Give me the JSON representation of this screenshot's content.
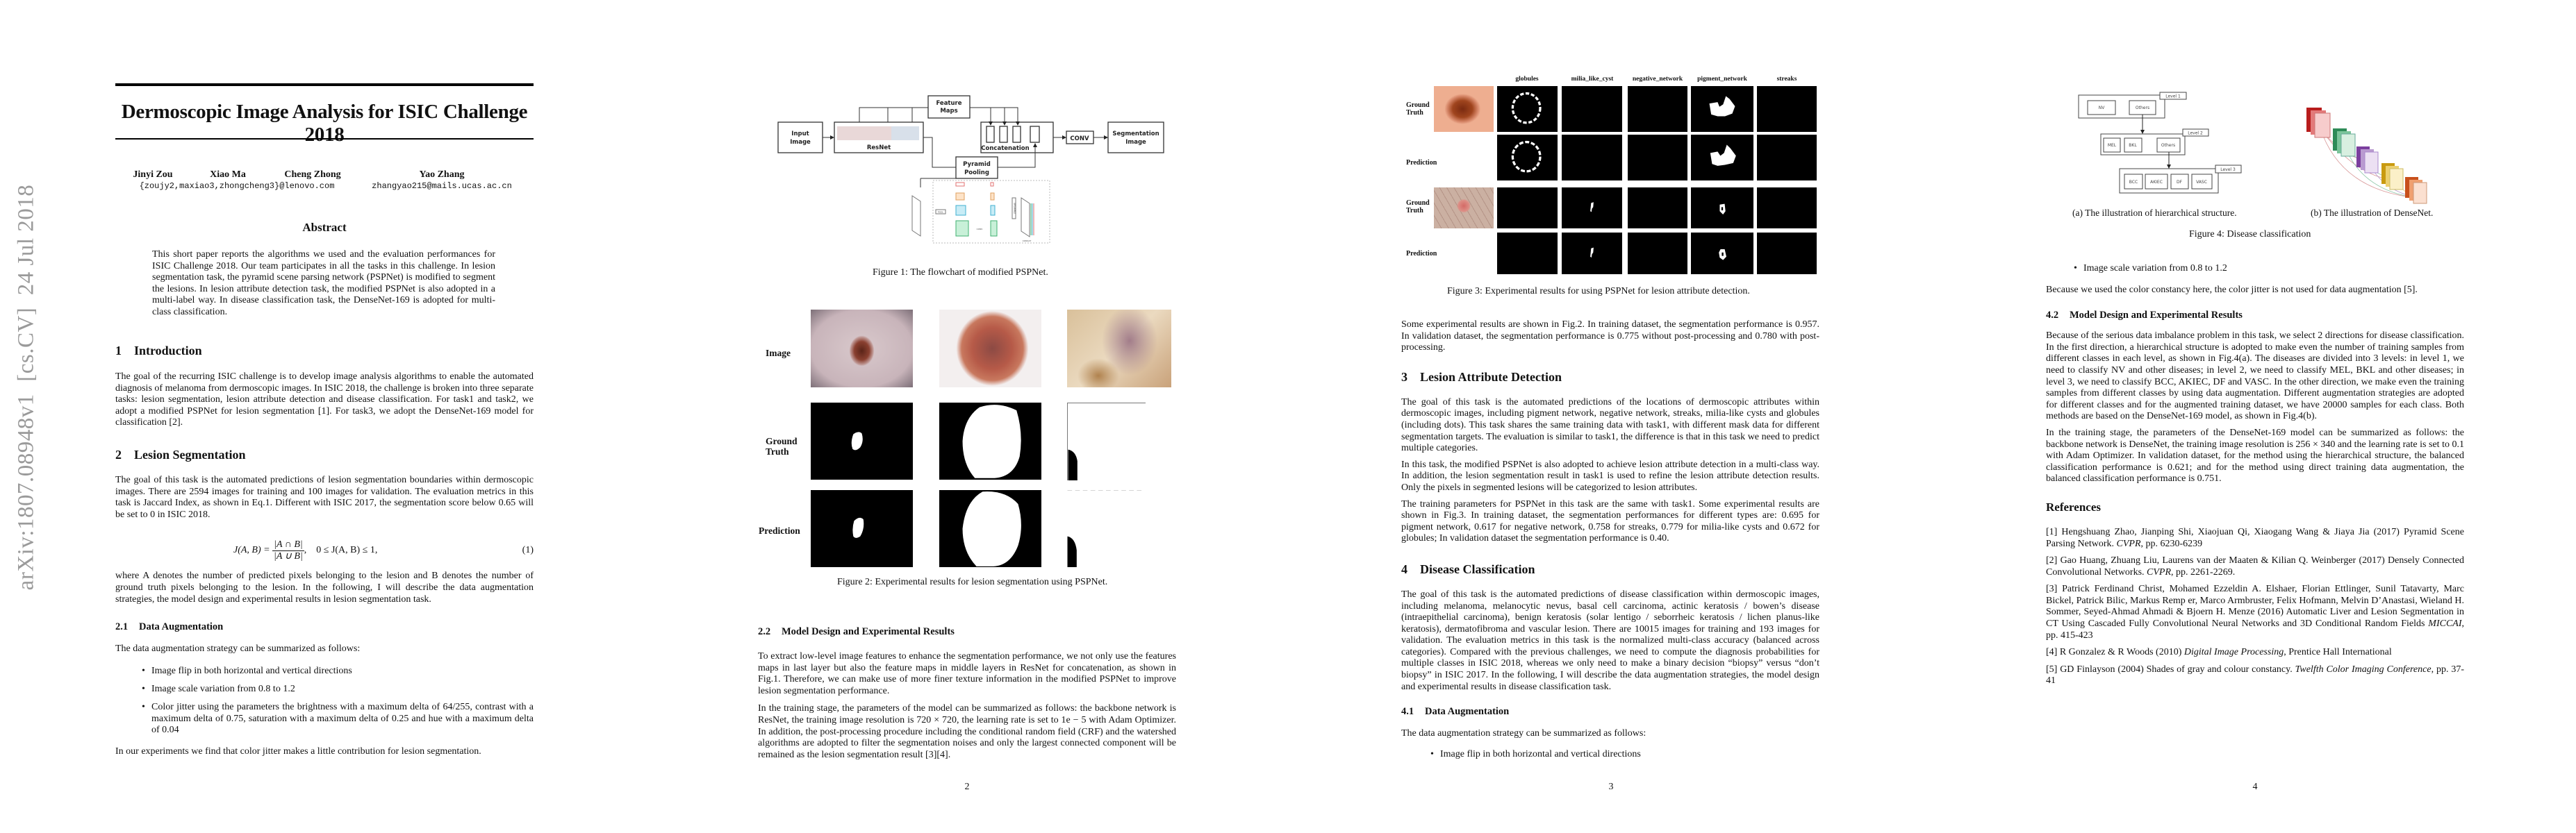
{
  "arxiv_stamp": "arXiv:1807.08948v1  [cs.CV]  24 Jul 2018",
  "page1": {
    "title": "Dermoscopic Image Analysis for ISIC Challenge 2018",
    "authors": [
      "Jinyi Zou",
      "Xiao Ma",
      "Cheng Zhong",
      "Yao Zhang"
    ],
    "emails": [
      "{zoujy2,maxiao3,zhongcheng3}@lenovo.com",
      "zhangyao215@mails.ucas.ac.cn"
    ],
    "abstract_heading": "Abstract",
    "abstract": "This short paper reports the algorithms we used and the evaluation performances for ISIC Challenge 2018. Our team participates in all the tasks in this challenge. In lesion segmentation task, the pyramid scene parsing network (PSPNet) is modified to segment the lesions. In lesion attribute detection task, the modified PSPNet is also adopted in a multi-label way. In disease classification task, the DenseNet-169 is adopted for multi-class classification.",
    "intro": {
      "number": "1",
      "heading": "Introduction",
      "text": "The goal of the recurring ISIC challenge is to develop image analysis algorithms to enable the automated diagnosis of melanoma from dermoscopic images. In ISIC 2018, the challenge is broken into three separate tasks: lesion segmentation, lesion attribute detection and disease classification. For task1 and task2, we adopt a modified PSPNet for lesion segmentation [1]. For task3, we adopt the DenseNet-169 model for classification [2]."
    },
    "seg": {
      "number": "2",
      "heading": "Lesion Segmentation",
      "text": "The goal of this task is the automated predictions of lesion segmentation boundaries within dermoscopic images. There are 2594 images for training and 100 images for validation. The evaluation metrics in this task is Jaccard Index, as shown in Eq.1. Different with ISIC 2017, the segmentation score below 0.65 will be set to 0 in ISIC 2018."
    },
    "equation": {
      "lhs": "J(A, B) =",
      "numerator": "|A ∩ B|",
      "denominator": "|A ∪ B|",
      "rhs": ",    0 ≤ J(A, B) ≤ 1,",
      "number": "(1)"
    },
    "where_text": "where A denotes the number of predicted pixels belonging to the lesion and B denotes the number of ground truth pixels belonging to the lesion. In the following, I will describe the data augmentation strategies, the model design and experimental results in lesion segmentation task.",
    "aug": {
      "number": "2.1",
      "heading": "Data Augmentation",
      "intro": "The data augmentation strategy can be summarized as follows:",
      "bullets": [
        "Image flip in both horizontal and vertical directions",
        "Image scale variation from 0.8 to 1.2",
        "Color jitter using the parameters the brightness with a maximum delta of 64/255, contrast with a maximum delta of 0.75, saturation with a maximum delta of 0.25 and hue with a maximum delta of 0.04"
      ],
      "outro": "In our experiments we find that color jitter makes a little contribution for lesion segmentation."
    }
  },
  "page2": {
    "fig1": {
      "input": [
        "Input",
        "Image"
      ],
      "resnet": "ResNet",
      "feature_maps": [
        "Feature",
        "Maps"
      ],
      "concatenation": "Concatenation",
      "conv": "CONV",
      "segmentation": [
        "Segmentation",
        "Image"
      ],
      "pyramid": [
        "Pyramid",
        "Pooling"
      ],
      "inset_pool": "POOL",
      "inset_conv": "CONV",
      "inset_upsample": "UPSAMPLE",
      "inset_concat": "CONCAT",
      "caption": "Figure 1: The flowchart of modified PSPNet."
    },
    "fig2": {
      "row_labels": [
        "Image",
        "Ground Truth",
        "Prediction"
      ],
      "caption": "Figure 2: Experimental results for lesion segmentation using PSPNet."
    },
    "sec22": {
      "number": "2.2",
      "heading": "Model Design and Experimental Results",
      "p1": "To extract low-level image features to enhance the segmentation performance, we not only use the features maps in last layer but also the feature maps in middle layers in ResNet for concatenation, as shown in Fig.1. Therefore, we can make use of more finer texture information in the modified PSPNet to improve lesion segmentation performance.",
      "p2": "In the training stage, the parameters of the model can be summarized as follows: the backbone network is ResNet, the training image resolution is 720 × 720, the learning rate is set to 1e − 5 with Adam Optimizer. In addition, the post-processing procedure including the conditional random field (CRF) and the watershed algorithms are adopted to filter the segmentation noises and only the largest connected component will be remained as the lesion segmentation result [3][4]."
    },
    "page_number": "2"
  },
  "page3": {
    "fig3": {
      "columns": [
        "globules",
        "milia_like_cyst",
        "negative_network",
        "pigment_network",
        "streaks"
      ],
      "row_labels": [
        "Ground Truth",
        "Prediction",
        "Ground Truth",
        "Prediction"
      ],
      "caption": "Figure 3: Experimental results for using PSPNet for lesion attribute detection."
    },
    "results_text": "Some experimental results are shown in Fig.2. In training dataset, the segmentation performance is 0.957. In validation dataset, the segmentation performance is 0.775 without post-processing and 0.780 with post-processing.",
    "sec3": {
      "number": "3",
      "heading": "Lesion Attribute Detection",
      "p1": "The goal of this task is the automated predictions of the locations of dermoscopic attributes within dermoscopic images, including pigment network, negative network, streaks, milia-like cysts and globules (including dots). This task shares the same training data with task1, with different mask data for different segmentation targets. The evaluation is similar to task1, the difference is that in this task we need to predict multiple categories.",
      "p2": "In this task, the modified PSPNet is also adopted to achieve lesion attribute detection in a multi-class way. In addition, the lesion segmentation result in task1 is used to refine the lesion attribute detection results. Only the pixels in segmented lesions will be categorized to lesion attributes.",
      "p3": "The training parameters for PSPNet in this task are the same with task1. Some experimental results are shown in Fig.3. In training dataset, the segmentation performances for different types are: 0.695 for pigment network, 0.617 for negative network, 0.758 for streaks, 0.779 for milia-like cysts and 0.672 for globules; In validation dataset the segmentation performance is 0.40."
    },
    "sec4": {
      "number": "4",
      "heading": "Disease Classification",
      "p1": "The goal of this task is the automated predictions of disease classification within dermoscopic images, including melanoma, melanocytic nevus, basal cell carcinoma, actinic keratosis / bowen’s disease (intraepithelial carcinoma), benign keratosis (solar lentigo / seborrheic keratosis / lichen planus-like keratosis), dermatofibroma and vascular lesion. There are 10015 images for training and 193 images for validation. The evaluation metrics in this task is the normalized multi-class accuracy (balanced across categories). Compared with the previous challenges, we need to compute the diagnosis probabilities for multiple classes in ISIC 2018, whereas we only need to make a binary decision “biopsy” versus “don’t biopsy” in ISIC 2017. In the following, I will describe the data augmentation strategies, the model design and experimental results in disease classification task."
    },
    "sec41": {
      "number": "4.1",
      "heading": "Data Augmentation",
      "intro": "The data augmentation strategy can be summarized as follows:",
      "bullet": "Image flip in both horizontal and vertical directions"
    },
    "page_number": "3"
  },
  "page4": {
    "fig4": {
      "level1": "Level 1",
      "level2": "Level 2",
      "level3": "Level 3",
      "l1_boxes": [
        "NV",
        "Others"
      ],
      "l2_boxes": [
        "MEL",
        "BKL",
        "Others"
      ],
      "l3_boxes": [
        "BCC",
        "AKIEC",
        "DF",
        "VASC"
      ],
      "sub_a": "(a) The illustration of hierarchical structure.",
      "sub_b": "(b) The illustration of DenseNet.",
      "caption": "Figure 4: Disease classification"
    },
    "bullet": "Image scale variation from 0.8 to 1.2",
    "color_text": "Because we used the color constancy here, the color jitter is not used for data augmentation [5].",
    "sec42": {
      "number": "4.2",
      "heading": "Model Design and Experimental Results",
      "p1": "Because of the serious data imbalance problem in this task, we select 2 directions for disease classification. In the first direction, a hierarchical structure is adopted to make even the number of training samples from different classes in each level, as shown in Fig.4(a). The diseases are divided into 3 levels: in level 1, we need to classify NV and other diseases; in level 2, we need to classify MEL, BKL and other diseases; in level 3, we need to classify BCC, AKIEC, DF and VASC. In the other direction, we make even the training samples from different classes by using data augmentation. Different augmentation strategies are adopted for different classes and for the augmented training dataset, we have 20000 samples for each class. Both methods are based on the DenseNet-169 model, as shown in Fig.4(b).",
      "p2": "In the training stage, the parameters of the DenseNet-169 model can be summarized as follows: the backbone network is DenseNet, the training image resolution is 256 × 340 and the learning rate is set to 0.1 with Adam Optimizer. In validation dataset, for the method using the hierarchical structure, the balanced classification performance is 0.621; and for the method using direct training data augmentation, the balanced classification performance is 0.751."
    },
    "references_heading": "References",
    "references": [
      {
        "text": "[1] Hengshuang Zhao, Jianping Shi, Xiaojuan Qi, Xiaogang Wang  & Jiaya Jia (2017) Pyramid Scene Parsing Network. ",
        "venue": "CVPR",
        "tail": ", pp. 6230-6239"
      },
      {
        "text": "[2] Gao Huang, Zhuang Liu, Laurens van der Maaten  & Kilian Q. Weinberger (2017) Densely Connected Convolutional Networks. ",
        "venue": "CVPR",
        "tail": ", pp. 2261-2269."
      },
      {
        "text": "[3] Patrick Ferdinand Christ, Mohamed Ezzeldin A. Elshaer, Florian Ettlinger, Sunil Tatavarty, Marc Bickel, Patrick Bilic, Markus Remp er, Marco Armbruster, Felix Hofmann, Melvin D’Anastasi, Wieland H. Sommer, Seyed-Ahmad Ahmadi  & Bjoern H. Menze (2016) Automatic Liver and Lesion Segmentation in CT Using Cascaded Fully Convolutional Neural Networks and 3D Conditional Random Fields ",
        "venue": "MICCAI",
        "tail": ", pp. 415-423"
      },
      {
        "text": "[4] R Gonzalez  & R Woods (2010) ",
        "venue": "Digital Image Processing",
        "tail": ", Prentice Hall International"
      },
      {
        "text": "[5] GD Finlayson (2004) Shades of gray and colour constancy. ",
        "venue": "Twelfth Color Imaging Conference",
        "tail": ", pp. 37-41"
      }
    ],
    "page_number": "4"
  }
}
